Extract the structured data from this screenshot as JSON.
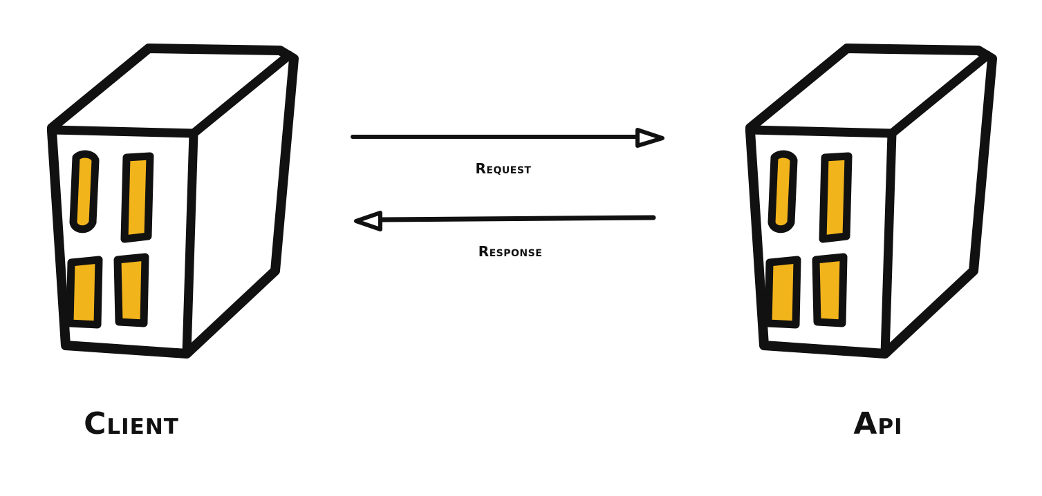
{
  "diagram": {
    "nodes": [
      {
        "id": "client",
        "label": "Client",
        "icon": "server-icon"
      },
      {
        "id": "api",
        "label": "Api",
        "icon": "server-icon"
      }
    ],
    "edges": [
      {
        "from": "client",
        "to": "api",
        "label": "Request"
      },
      {
        "from": "api",
        "to": "client",
        "label": "Response"
      }
    ]
  },
  "colors": {
    "stroke": "#111111",
    "window_fill": "#F2B41B",
    "background": "#ffffff"
  }
}
